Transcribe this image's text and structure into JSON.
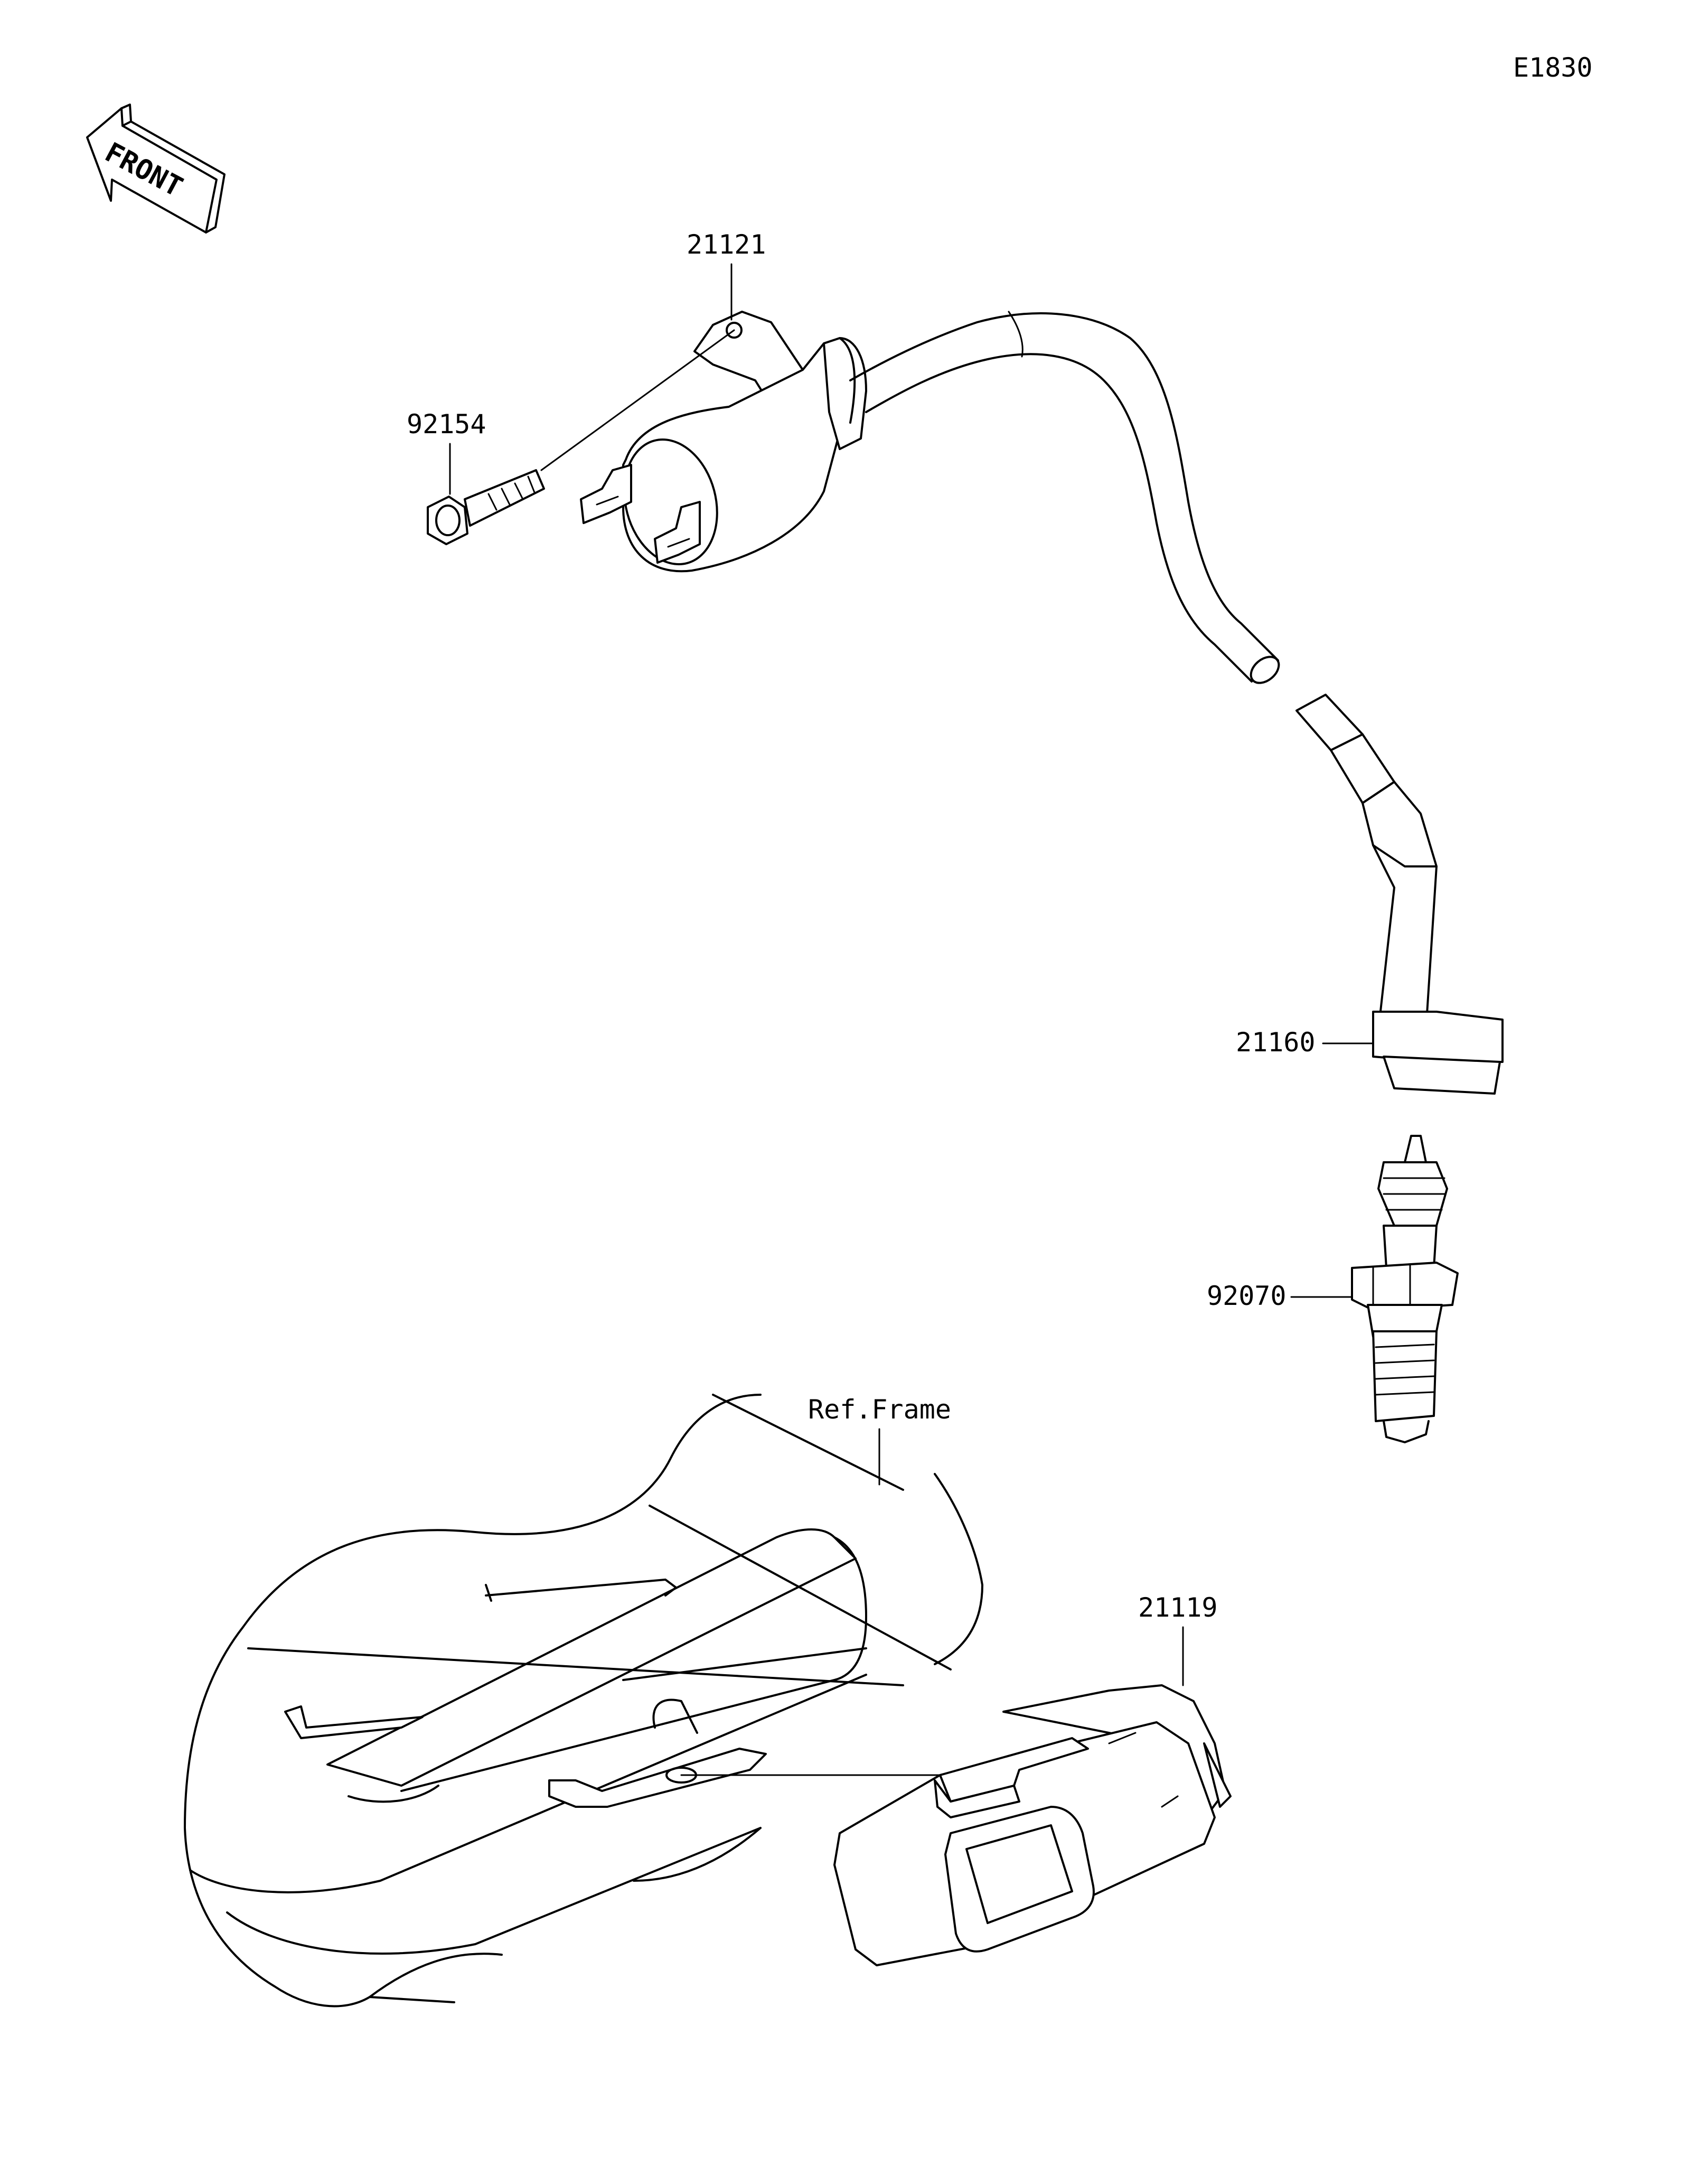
{
  "diagram_code": "E1830",
  "front_label": "FRONT",
  "parts": {
    "ignition_coil": "21121",
    "bolt": "92154",
    "spark_plug_cap": "21160",
    "spark_plug": "92070",
    "igniter": "21119",
    "frame_ref": "Ref.Frame"
  }
}
